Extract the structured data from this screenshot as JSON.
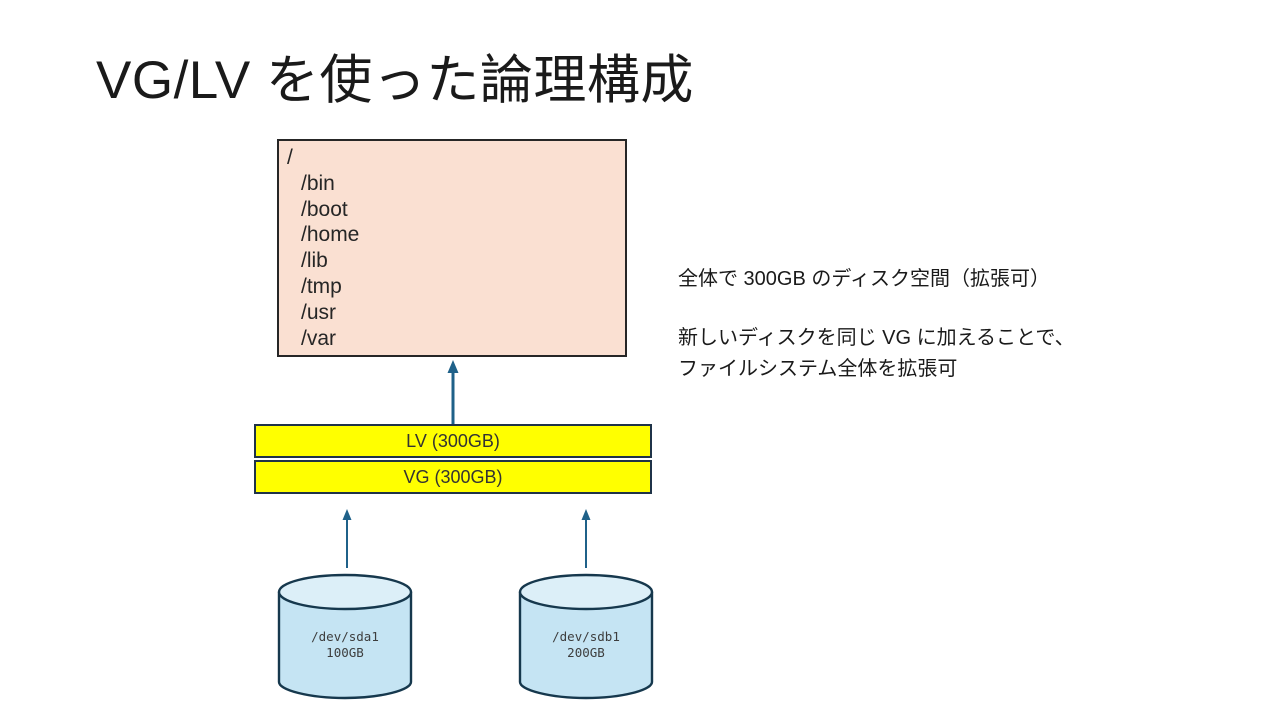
{
  "slide": {
    "title": "VG/LV を使った論理構成",
    "background_color": "#FFFFFF"
  },
  "filesystem_box": {
    "fill_color": "#FAE0D2",
    "border_color": "#262626",
    "entries": [
      "/",
      "/bin",
      "/boot",
      "/home",
      "/lib",
      "/tmp",
      "/usr",
      "/var"
    ]
  },
  "volumes": {
    "fill_color": "#FFFF00",
    "border_color": "#1F3348",
    "lv_label": "LV (300GB)",
    "vg_label": "VG (300GB)"
  },
  "disks": [
    {
      "device": "/dev/sda1",
      "size": "100GB",
      "fill_color": "#C5E4F3",
      "border_color": "#16384D"
    },
    {
      "device": "/dev/sdb1",
      "size": "200GB",
      "fill_color": "#C5E4F3",
      "border_color": "#16384D"
    }
  ],
  "arrows": {
    "color": "#1F6189",
    "count": 3
  },
  "notes": {
    "line_1": "全体で 300GB のディスク空間（拡張可）",
    "line_2a": "新しいディスクを同じ VG に加えることで、",
    "line_2b": "ファイルシステム全体を拡張可"
  }
}
